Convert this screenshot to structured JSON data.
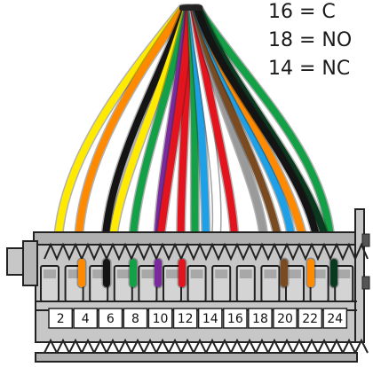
{
  "legend": [
    {
      "text": "16 = C"
    },
    {
      "text": "18 = NO"
    },
    {
      "text": "14 = NC"
    }
  ],
  "pin_numbers": [
    "2",
    "4",
    "6",
    "8",
    "10",
    "12",
    "14",
    "16",
    "18",
    "20",
    "22",
    "24"
  ],
  "wire_colors": {
    "yellow": "#ffea00",
    "orange": "#ff8a00",
    "black": "#141414",
    "green": "#14a046",
    "purple": "#7a2a9c",
    "red": "#e4141e",
    "blue": "#1ea0e6",
    "white": "#ffffff",
    "grey": "#9a9a9a",
    "brown": "#7a4a20",
    "dark_green": "#0a3a1e"
  },
  "connector_color": "#c7c7c7"
}
